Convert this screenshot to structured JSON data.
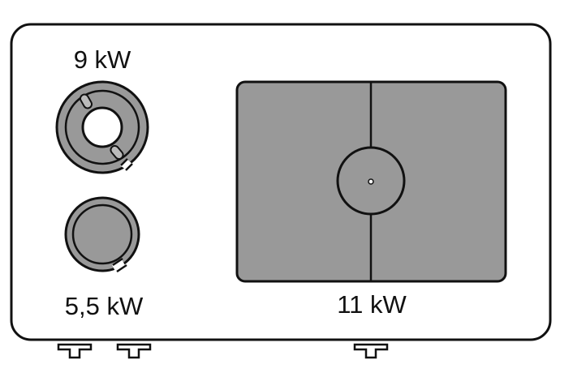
{
  "burners": {
    "large": {
      "power_label": "9 kW"
    },
    "small": {
      "power_label": "5,5 kW"
    }
  },
  "griddle": {
    "power_label": "11 kW"
  },
  "colors": {
    "outline": "#111111",
    "plate_fill": "#999999",
    "background": "#ffffff"
  }
}
